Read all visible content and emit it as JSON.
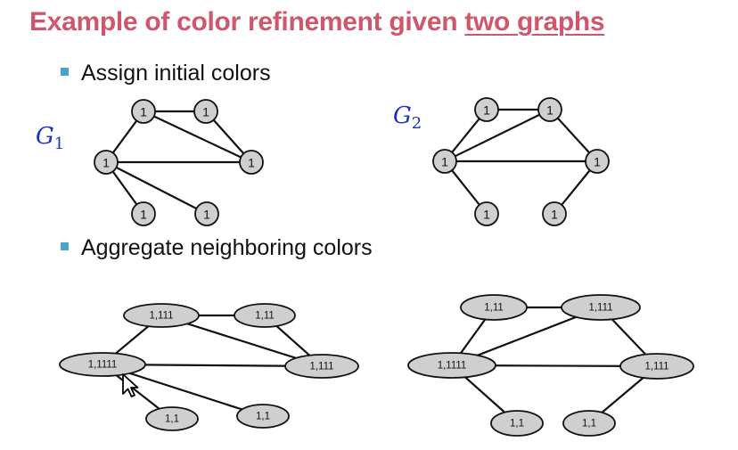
{
  "title": {
    "prefix": "Example of color refinement given ",
    "underlined": "two graphs"
  },
  "bullets": [
    "Assign initial colors",
    "Aggregate neighboring colors"
  ],
  "graph_labels": {
    "g1": {
      "letter": "G",
      "subscript": "1"
    },
    "g2": {
      "letter": "G",
      "subscript": "2"
    }
  },
  "colors": {
    "title": "#d0576b",
    "bullet": "#4aa3c8",
    "graph_label": "#1b2fc9",
    "node_fill": "#cfcfcf"
  },
  "graphs": {
    "g1_initial": {
      "nodes": [
        {
          "id": "a",
          "label": "1"
        },
        {
          "id": "b",
          "label": "1"
        },
        {
          "id": "c",
          "label": "1"
        },
        {
          "id": "d",
          "label": "1"
        },
        {
          "id": "e",
          "label": "1"
        },
        {
          "id": "f",
          "label": "1"
        }
      ],
      "edges": [
        [
          "a",
          "b"
        ],
        [
          "a",
          "c"
        ],
        [
          "a",
          "d"
        ],
        [
          "b",
          "d"
        ],
        [
          "c",
          "d"
        ],
        [
          "c",
          "e"
        ],
        [
          "c",
          "f"
        ]
      ]
    },
    "g2_initial": {
      "nodes": [
        {
          "id": "a",
          "label": "1"
        },
        {
          "id": "b",
          "label": "1"
        },
        {
          "id": "c",
          "label": "1"
        },
        {
          "id": "d",
          "label": "1"
        },
        {
          "id": "e",
          "label": "1"
        },
        {
          "id": "f",
          "label": "1"
        }
      ],
      "edges": [
        [
          "a",
          "b"
        ],
        [
          "a",
          "c"
        ],
        [
          "b",
          "c"
        ],
        [
          "b",
          "d"
        ],
        [
          "c",
          "d"
        ],
        [
          "c",
          "e"
        ],
        [
          "d",
          "f"
        ]
      ]
    },
    "g1_aggregated": {
      "nodes": [
        {
          "id": "a",
          "label": "1,111"
        },
        {
          "id": "b",
          "label": "1,11"
        },
        {
          "id": "c",
          "label": "1,1111"
        },
        {
          "id": "d",
          "label": "1,111"
        },
        {
          "id": "e",
          "label": "1,1"
        },
        {
          "id": "f",
          "label": "1,1"
        }
      ],
      "edges": [
        [
          "a",
          "b"
        ],
        [
          "a",
          "c"
        ],
        [
          "a",
          "d"
        ],
        [
          "b",
          "d"
        ],
        [
          "c",
          "d"
        ],
        [
          "c",
          "e"
        ],
        [
          "c",
          "f"
        ]
      ]
    },
    "g2_aggregated": {
      "nodes": [
        {
          "id": "a",
          "label": "1,11"
        },
        {
          "id": "b",
          "label": "1,111"
        },
        {
          "id": "c",
          "label": "1,1111"
        },
        {
          "id": "d",
          "label": "1,111"
        },
        {
          "id": "e",
          "label": "1,1"
        },
        {
          "id": "f",
          "label": "1,1"
        }
      ],
      "edges": [
        [
          "a",
          "b"
        ],
        [
          "a",
          "c"
        ],
        [
          "b",
          "c"
        ],
        [
          "b",
          "d"
        ],
        [
          "c",
          "d"
        ],
        [
          "c",
          "e"
        ],
        [
          "d",
          "f"
        ]
      ]
    }
  }
}
